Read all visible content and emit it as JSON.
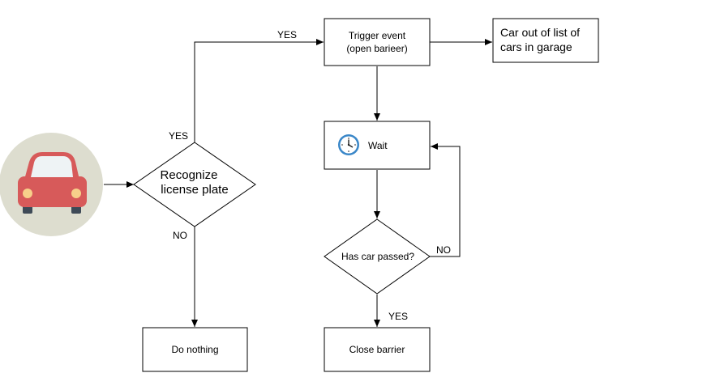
{
  "diagram": {
    "nodes": {
      "recognize": {
        "line1": "Recognize",
        "line2": "license plate"
      },
      "trigger": {
        "line1": "Trigger event",
        "line2": "(open barieer)"
      },
      "car_out": {
        "line1": "Car out of list of",
        "line2": "cars in garage"
      },
      "wait": {
        "label": "Wait"
      },
      "has_car_passed": {
        "label": "Has car passed?"
      },
      "do_nothing": {
        "label": "Do nothing"
      },
      "close_barrier": {
        "label": "Close barrier"
      }
    },
    "edges": {
      "recognize_yes": "YES",
      "recognize_yes_top": "YES",
      "recognize_no": "NO",
      "passed_no": "NO",
      "passed_yes": "YES"
    },
    "icons": {
      "car": "car-icon",
      "clock": "clock-icon"
    },
    "colors": {
      "car_body": "#D75A5A",
      "car_window": "#EEF3F5",
      "car_light": "#F7D08A",
      "car_circle": "#DDDDCF",
      "line": "#000000"
    }
  }
}
